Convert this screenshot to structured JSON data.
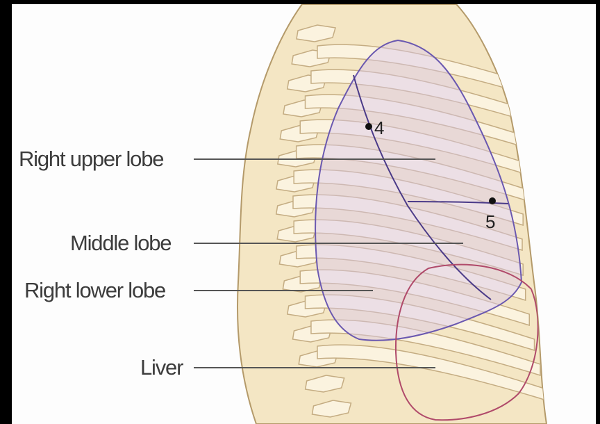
{
  "labels": {
    "upper": "Right upper lobe",
    "middle": "Middle lobe",
    "lower": "Right lower lobe",
    "liver": "Liver"
  },
  "markers": {
    "p4": "4",
    "p5": "5"
  },
  "colors": {
    "skin": "#f4e6c4",
    "skin_outline": "#b49a6a",
    "rib": "#fbf3df",
    "rib_outline": "#c4ac82",
    "lung_outline": "#6a58b0",
    "lung_fill": "#d9c8ee",
    "liver_outline": "#b04a6a",
    "leader": "#555555"
  }
}
